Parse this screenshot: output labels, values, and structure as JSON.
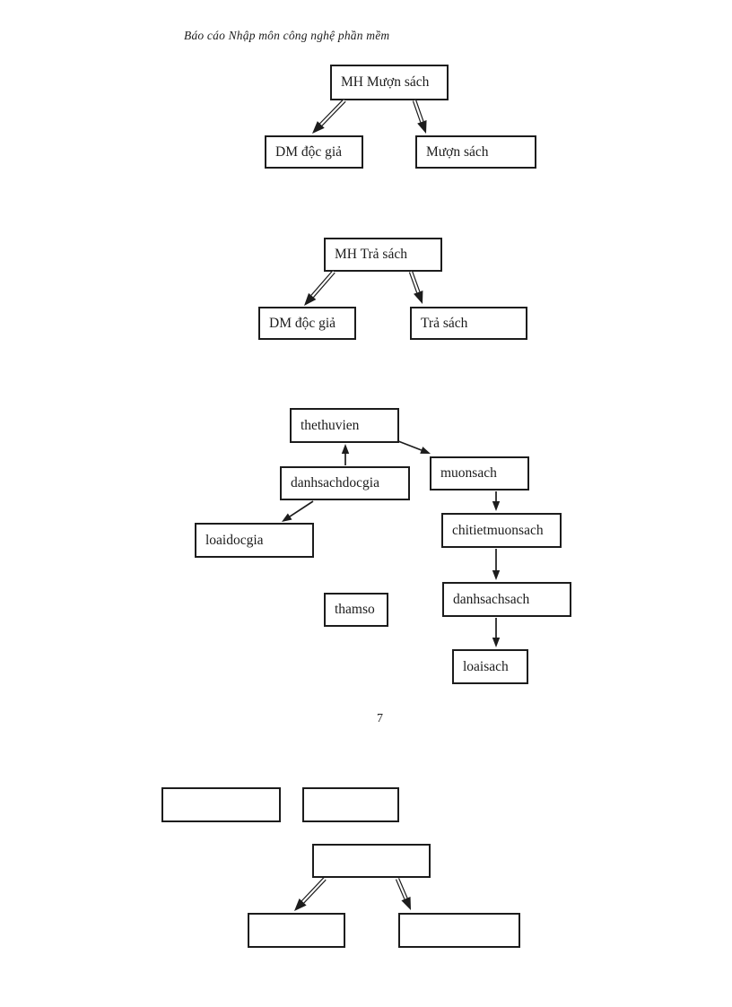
{
  "document": {
    "header": "Báo cáo Nhập môn công nghệ phần mềm",
    "page_number": "7"
  },
  "diagram_muon_sach": {
    "root": "MH Mượn sách",
    "left_child": "DM độc giả",
    "right_child": "Mượn sách"
  },
  "diagram_tra_sach": {
    "root": "MH Trả sách",
    "left_child": "DM độc giả",
    "right_child": "Trả sách"
  },
  "diagram_tables": {
    "thethuvien": "thethuvien",
    "danhsachdocgia": "danhsachdocgia",
    "muonsach": "muonsach",
    "loaidocgia": "loaidocgia",
    "chitietmuonsach": "chitietmuonsach",
    "thamso": "thamso",
    "danhsachsach": "danhsachsach",
    "loaisach": "loaisach"
  },
  "colors": {
    "ink": "#1c1c1c",
    "page_background": "#ffffff"
  }
}
